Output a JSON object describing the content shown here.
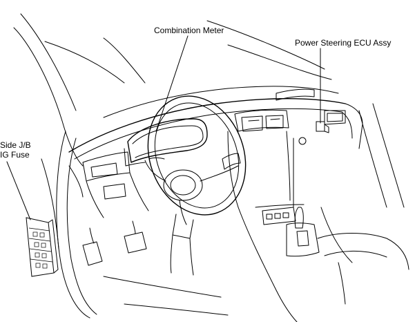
{
  "labels": {
    "combination_meter": "Combination Meter",
    "power_steering_ecu": "Power Steering ECU Assy",
    "side_jb_line1": "Side J/B",
    "side_jb_line2": "IG  Fuse"
  }
}
